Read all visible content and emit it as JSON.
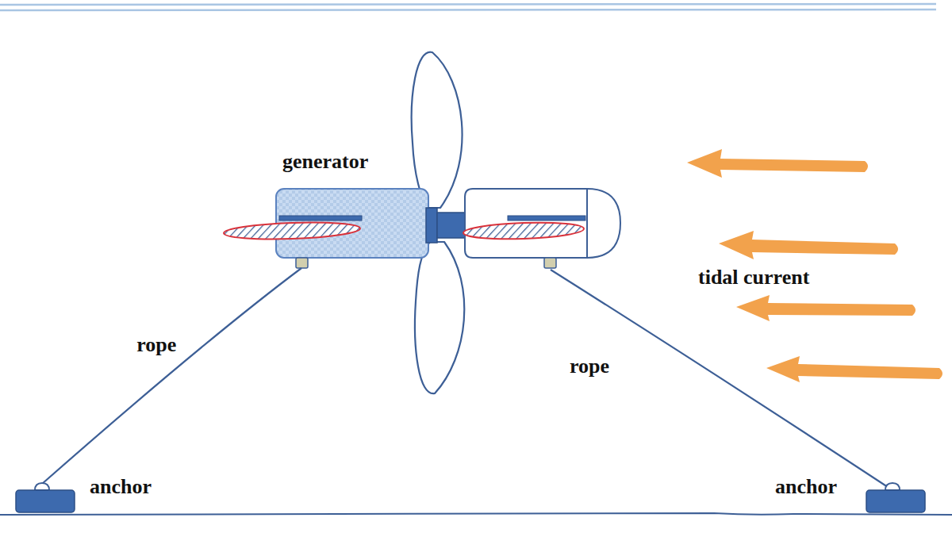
{
  "diagram": {
    "nodes": [
      {
        "text": [
          "generator"
        ]
      },
      {
        "text": [
          "anchor"
        ]
      },
      {
        "text": [
          "anchor"
        ]
      }
    ],
    "edges": [
      {
        "from": 0,
        "to": 1,
        "arrow": "none",
        "label": "rope"
      }
    ],
    "labels": [
      "rope",
      "tidal current"
    ]
  }
}
